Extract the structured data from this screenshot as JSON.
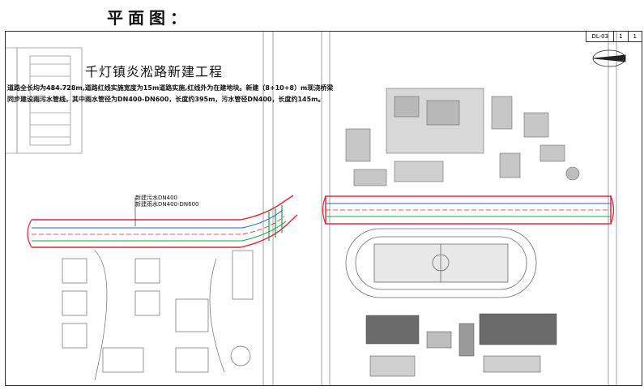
{
  "heading": "平面图：",
  "drawing": {
    "title": "千灯镇炎淞路新建工程",
    "note_line1": "道路全长均为484.728m,道路红线实施宽度为15m道路实施,红线外为在建地块。新建（8+10+8）m现浇桥梁",
    "note_line2": "同步建设雨污水管线，其中雨水管径为DN400-DN600，长度约395m，污水管径DN400，长度约145m。",
    "callout_line1": "新建污水DN400",
    "callout_line2": "新建雨水DN400-DN600",
    "sheet_code": "DL-03",
    "sheet_num_1": "1",
    "sheet_num_2": "1"
  },
  "colors": {
    "road_red": "#e0203a",
    "pipe_blue": "#2b5bd8",
    "pipe_green": "#1aa04a",
    "plan_gray": "#9a9a9a",
    "building_gray": "#6b6b6b"
  }
}
